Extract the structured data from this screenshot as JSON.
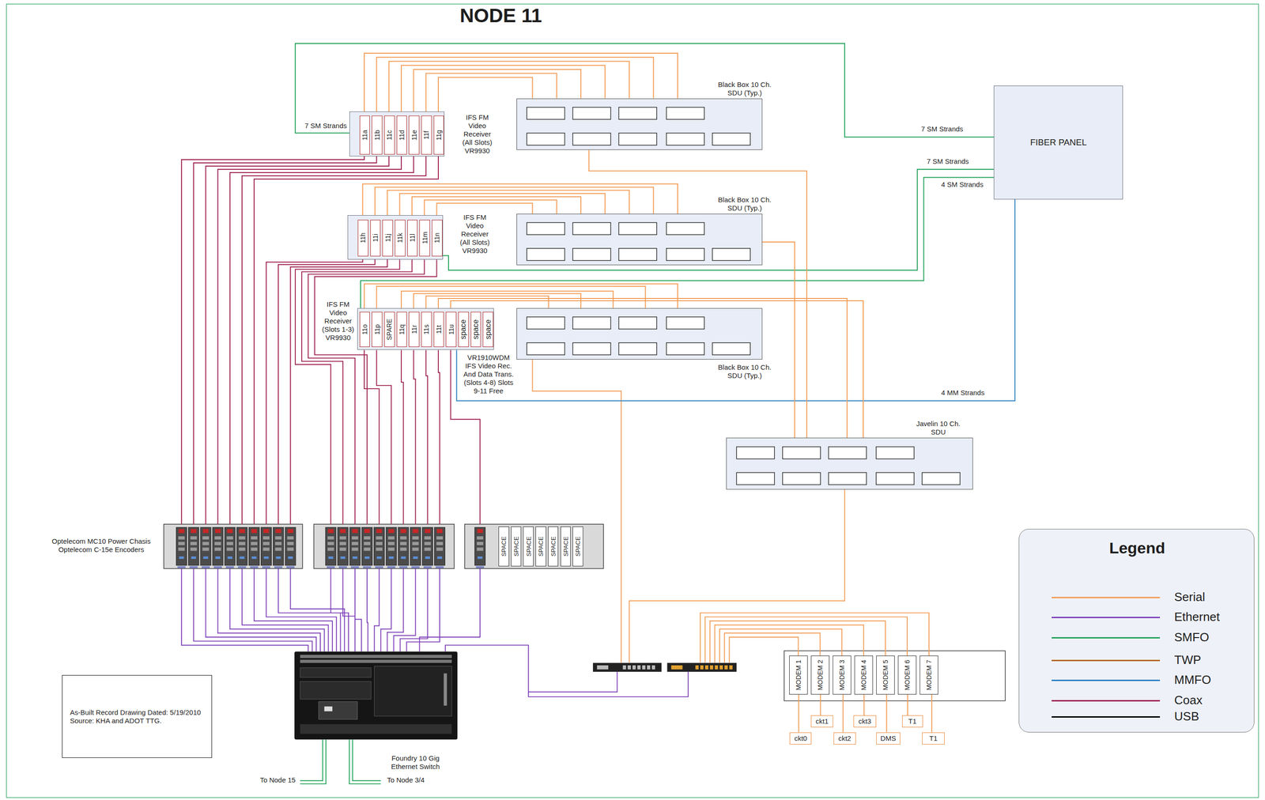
{
  "diagram": {
    "title": "NODE 11",
    "nodes": [
      {
        "text": [
          "IFS FM Video Receiver (All Slots) VR9930"
        ]
      },
      {
        "text": [
          "11a"
        ],
        "in": 0
      },
      {
        "text": [
          "11b"
        ],
        "in": 0
      },
      {
        "text": [
          "11c"
        ],
        "in": 0
      },
      {
        "text": [
          "11d"
        ],
        "in": 0
      },
      {
        "text": [
          "11e"
        ],
        "in": 0
      },
      {
        "text": [
          "11f"
        ],
        "in": 0
      },
      {
        "text": [
          "11g"
        ],
        "in": 0
      },
      {
        "text": [
          "Black Box 10 Ch. SDU (Typ.)"
        ]
      },
      {
        "text": [
          "FIBER PANEL"
        ]
      },
      {
        "text": [
          "IFS FM Video Receiver (All Slots) VR9930"
        ]
      },
      {
        "text": [
          "11h"
        ],
        "in": 10
      },
      {
        "text": [
          "11i"
        ],
        "in": 10
      },
      {
        "text": [
          "11j"
        ],
        "in": 10
      },
      {
        "text": [
          "11k"
        ],
        "in": 10
      },
      {
        "text": [
          "11l"
        ],
        "in": 10
      },
      {
        "text": [
          "11m"
        ],
        "in": 10
      },
      {
        "text": [
          "11n"
        ],
        "in": 10
      },
      {
        "text": [
          "Black Box 10 Ch. SDU (Typ.)"
        ]
      },
      {
        "text": [
          "IFS FM Video Receiver (Slots 1-3) VR9930",
          "VR1910WDM IFS Video Rec. And Data Trans. (Slots 4-8) Slots 9-11 Free"
        ]
      },
      {
        "text": [
          "11o"
        ],
        "in": 19
      },
      {
        "text": [
          "11p"
        ],
        "in": 19
      },
      {
        "text": [
          "SPARE"
        ],
        "in": 19
      },
      {
        "text": [
          "11q"
        ],
        "in": 19
      },
      {
        "text": [
          "11r"
        ],
        "in": 19
      },
      {
        "text": [
          "11s"
        ],
        "in": 19
      },
      {
        "text": [
          "11t"
        ],
        "in": 19
      },
      {
        "text": [
          "11u"
        ],
        "in": 19
      },
      {
        "text": [
          "space"
        ],
        "in": 19
      },
      {
        "text": [
          "space"
        ],
        "in": 19
      },
      {
        "text": [
          "space"
        ],
        "in": 19
      },
      {
        "text": [
          "Black Box 10 Ch. SDU (Typ.)"
        ]
      },
      {
        "text": [
          "Javelin 10 Ch. SDU"
        ]
      },
      {
        "text": [
          "Optelecom MC10 Power Chasis Optelecom C-15e Encoders"
        ]
      },
      {
        "text": [
          "SPACE"
        ]
      },
      {
        "text": [
          "SPACE"
        ]
      },
      {
        "text": [
          "SPACE"
        ]
      },
      {
        "text": [
          "SPACE"
        ]
      },
      {
        "text": [
          "SPACE"
        ]
      },
      {
        "text": [
          "SPACE"
        ]
      },
      {
        "text": [
          "SPACE"
        ]
      },
      {
        "text": [
          "Foundry 10 Gig Ethernet Switch"
        ]
      },
      {
        "text": [
          "MODEM 1"
        ]
      },
      {
        "text": [
          "MODEM 2"
        ]
      },
      {
        "text": [
          "MODEM 3"
        ]
      },
      {
        "text": [
          "MODEM 4"
        ]
      },
      {
        "text": [
          "MODEM 5"
        ]
      },
      {
        "text": [
          "MODEM 6"
        ]
      },
      {
        "text": [
          "MODEM 7"
        ]
      },
      {
        "text": [
          "ckt0"
        ]
      },
      {
        "text": [
          "ckt1"
        ]
      },
      {
        "text": [
          "ckt2"
        ]
      },
      {
        "text": [
          "ckt3"
        ]
      },
      {
        "text": [
          "DMS"
        ]
      },
      {
        "text": [
          "T1"
        ]
      },
      {
        "text": [
          "T1"
        ]
      },
      {
        "text": [
          "As-Built Record Drawing Dated: 5/19/2010",
          "Source: KHA and ADOT TTG."
        ]
      },
      {
        "text": [
          "Legend"
        ]
      }
    ],
    "edges": [
      {
        "from": 0,
        "to": 9,
        "arrow": "none",
        "label": "7 SM Strands"
      },
      {
        "from": 10,
        "to": 9,
        "arrow": "none",
        "label": "7 SM Strands"
      },
      {
        "from": 19,
        "to": 9,
        "arrow": "none",
        "label": "4 SM Strands"
      },
      {
        "from": 19,
        "to": 9,
        "arrow": "none",
        "label": "4 MM Strands"
      },
      {
        "from": 1,
        "to": 8,
        "arrow": "none"
      },
      {
        "from": 2,
        "to": 8,
        "arrow": "none"
      },
      {
        "from": 3,
        "to": 8,
        "arrow": "none"
      },
      {
        "from": 4,
        "to": 8,
        "arrow": "none"
      },
      {
        "from": 5,
        "to": 8,
        "arrow": "none"
      },
      {
        "from": 6,
        "to": 8,
        "arrow": "none"
      },
      {
        "from": 7,
        "to": 8,
        "arrow": "none"
      },
      {
        "from": 11,
        "to": 18,
        "arrow": "none"
      },
      {
        "from": 12,
        "to": 18,
        "arrow": "none"
      },
      {
        "from": 13,
        "to": 18,
        "arrow": "none"
      },
      {
        "from": 14,
        "to": 18,
        "arrow": "none"
      },
      {
        "from": 15,
        "to": 18,
        "arrow": "none"
      },
      {
        "from": 16,
        "to": 18,
        "arrow": "none"
      },
      {
        "from": 17,
        "to": 18,
        "arrow": "none"
      },
      {
        "from": 20,
        "to": 31,
        "arrow": "none"
      },
      {
        "from": 21,
        "to": 31,
        "arrow": "none"
      },
      {
        "from": 23,
        "to": 31,
        "arrow": "none"
      },
      {
        "from": 24,
        "to": 31,
        "arrow": "none"
      },
      {
        "from": 25,
        "to": 31,
        "arrow": "none"
      },
      {
        "from": 26,
        "to": 32,
        "arrow": "none"
      },
      {
        "from": 27,
        "to": 32,
        "arrow": "none"
      },
      {
        "from": 8,
        "to": 32,
        "arrow": "none"
      },
      {
        "from": 18,
        "to": 32,
        "arrow": "none"
      },
      {
        "from": 1,
        "to": 33,
        "arrow": "none"
      },
      {
        "from": 2,
        "to": 33,
        "arrow": "none"
      },
      {
        "from": 3,
        "to": 33,
        "arrow": "none"
      },
      {
        "from": 4,
        "to": 33,
        "arrow": "none"
      },
      {
        "from": 5,
        "to": 33,
        "arrow": "none"
      },
      {
        "from": 6,
        "to": 33,
        "arrow": "none"
      },
      {
        "from": 7,
        "to": 33,
        "arrow": "none"
      },
      {
        "from": 11,
        "to": 33,
        "arrow": "none"
      },
      {
        "from": 12,
        "to": 33,
        "arrow": "none"
      },
      {
        "from": 13,
        "to": 33,
        "arrow": "none"
      },
      {
        "from": 33,
        "to": 41,
        "arrow": "none"
      },
      {
        "from": 42,
        "to": 49,
        "arrow": "none"
      },
      {
        "from": 43,
        "to": 50,
        "arrow": "none"
      },
      {
        "from": 44,
        "to": 51,
        "arrow": "none"
      },
      {
        "from": 45,
        "to": 52,
        "arrow": "none"
      },
      {
        "from": 46,
        "to": 53,
        "arrow": "none"
      },
      {
        "from": 47,
        "to": 54,
        "arrow": "none"
      },
      {
        "from": 48,
        "to": 55,
        "arrow": "none"
      }
    ],
    "labels": [
      "7 SM Strands",
      "To Node 15",
      "To Node 3/4"
    ],
    "legend": [
      {
        "text": "Serial",
        "color": "#f39c55"
      },
      {
        "text": "Ethernet",
        "color": "#7d3fb8"
      },
      {
        "text": "SMFO",
        "color": "#23a35b"
      },
      {
        "text": "TWP",
        "color": "#b5651d"
      },
      {
        "text": "MMFO",
        "color": "#2a7fc1"
      },
      {
        "text": "Coax",
        "color": "#9e1f4f"
      },
      {
        "text": "USB",
        "color": "#000000"
      }
    ]
  }
}
